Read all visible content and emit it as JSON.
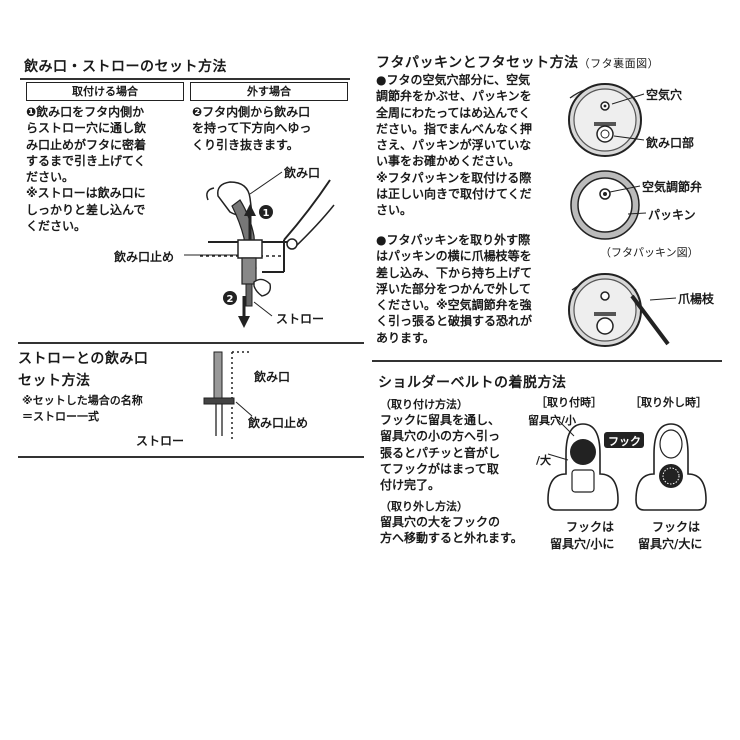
{
  "sec1": {
    "title": "飲み口・ストローのセット方法",
    "attach_label": "取付ける場合",
    "remove_label": "外す場合",
    "attach_lines": [
      "❶飲み口をフタ内側か",
      "らストロー穴に通し飲",
      "み口止めがフタに密着",
      "するまで引き上げてく",
      "ださい。",
      "※ストローは飲み口に",
      "しっかりと差し込んで",
      "ください。"
    ],
    "remove_lines": [
      "❷フタ内側から飲み口",
      "を持って下方向へゆっ",
      "くり引き抜きます。"
    ],
    "label_mouth": "飲み口",
    "label_stopper": "飲み口止め",
    "label_straw": "ストロー",
    "badge1": "1",
    "badge2": "2"
  },
  "sec2": {
    "title_lines": [
      "ストローとの飲み口",
      "セット方法"
    ],
    "note_lines": [
      "※セットした場合の名称",
      "＝ストロー一式"
    ],
    "label_straw": "ストロー",
    "label_mouth": "飲み口",
    "label_stopper": "飲み口止め"
  },
  "sec3": {
    "title": "フタパッキンとフタセット方法",
    "title_sub": "（フタ裏面図）",
    "para1": [
      "●フタの空気穴部分に、空気",
      "調節弁をかぶせ、パッキンを",
      "全周にわたってはめ込んでく",
      "ださい。指でまんべんなく押",
      "さえ、パッキンが浮いていな",
      "い事をお確かめください。",
      "※フタパッキンを取付ける際",
      "は正しい向きで取付けてくだ",
      "さい。"
    ],
    "para2": [
      "●フタパッキンを取り外す際",
      "はパッキンの横に爪楊枝等を",
      "差し込み、下から持ち上げて",
      "浮いた部分をつかんで外して",
      "ください。※空気調節弁を強",
      "く引っ張ると破損する恐れが",
      "あります。"
    ],
    "label_air_hole": "空気穴",
    "label_mouth_part": "飲み口部",
    "label_valve": "空気調節弁",
    "label_packing": "パッキン",
    "caption_packing": "（フタパッキン図）",
    "label_toothpick": "爪楊枝"
  },
  "sec4": {
    "title": "ショルダーベルトの着脱方法",
    "attach_head": "（取り付け方法）",
    "attach_lines": [
      "フックに留具を通し、",
      "留具穴の小の方へ引っ",
      "張るとパチッと音がし",
      "てフックがはまって取",
      "付け完了。"
    ],
    "remove_head": "（取り外し方法）",
    "remove_lines": [
      "留具穴の大をフックの",
      "方へ移動すると外れます。"
    ],
    "col_attach": "［取り付時］",
    "col_remove": "［取り外し時］",
    "label_hole_small": "留具穴/小",
    "label_hook": "フック",
    "label_large": "/大",
    "cap_attach": [
      "フックは",
      "留具穴/小に"
    ],
    "cap_remove": [
      "フックは",
      "留具穴/大に"
    ]
  }
}
